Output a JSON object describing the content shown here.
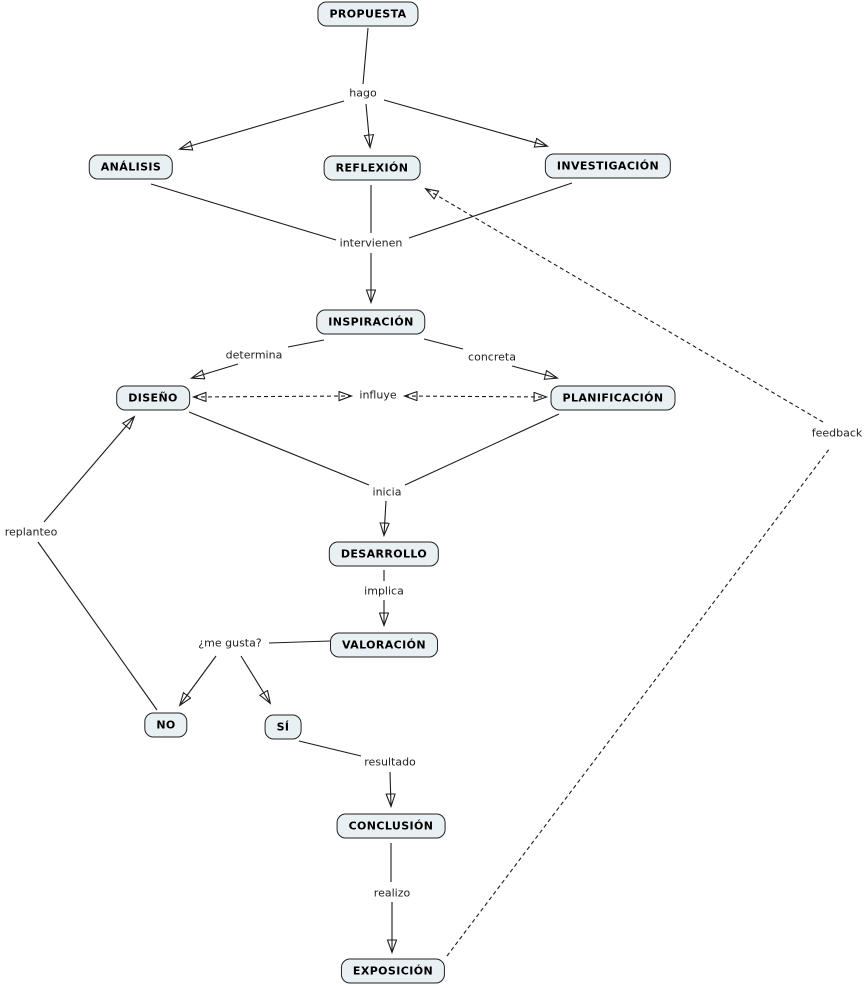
{
  "diagram": {
    "title": "Concept map: design process (Spanish)",
    "colors": {
      "background": "#ffffff",
      "node_fill": "#e8f0f3",
      "node_border": "#222222",
      "line": "#1c1c1c",
      "text": "#000000"
    },
    "nodes": {
      "propuesta": "PROPUESTA",
      "analisis": "ANÁLISIS",
      "reflexion": "REFLEXIÓN",
      "investigacion": "INVESTIGACIÓN",
      "inspiracion": "INSPIRACIÓN",
      "diseno": "DISEÑO",
      "planificacion": "PLANIFICACIÓN",
      "desarrollo": "DESARROLLO",
      "valoracion": "VALORACIÓN",
      "no": "NO",
      "si": "SÍ",
      "conclusion": "CONCLUSIÓN",
      "exposicion": "EXPOSICIÓN"
    },
    "links": {
      "hago": "hago",
      "intervienen": "intervienen",
      "determina": "determina",
      "concreta": "concreta",
      "influye": "influye",
      "inicia": "inicia",
      "implica": "implica",
      "me_gusta": "¿me gusta?",
      "resultado": "resultado",
      "realizo": "realizo",
      "replanteo": "replanteo",
      "feedback": "feedback"
    }
  }
}
